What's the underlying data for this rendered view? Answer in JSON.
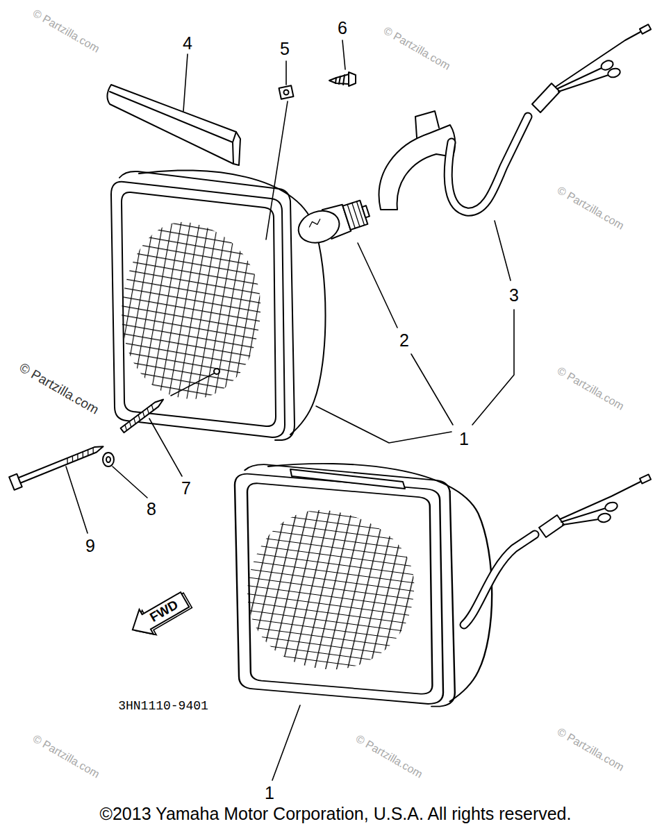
{
  "diagram": {
    "nodes": [
      {
        "text": [
          "FWD"
        ]
      }
    ],
    "labels": [
      "© Partzilla.com",
      "© Partzilla.com",
      "6",
      "4",
      "5",
      "© Partzilla.com",
      "3",
      "2",
      "© Partzilla.com",
      "© Partzilla.com",
      "1",
      "7",
      "8",
      "9",
      "3HN1110-9401",
      "© Partzilla.com",
      "© Partzilla.com",
      "© Partzilla.com",
      "1",
      "©2013 Yamaha Motor Corporation, U.S.A. All rights reserved."
    ]
  }
}
